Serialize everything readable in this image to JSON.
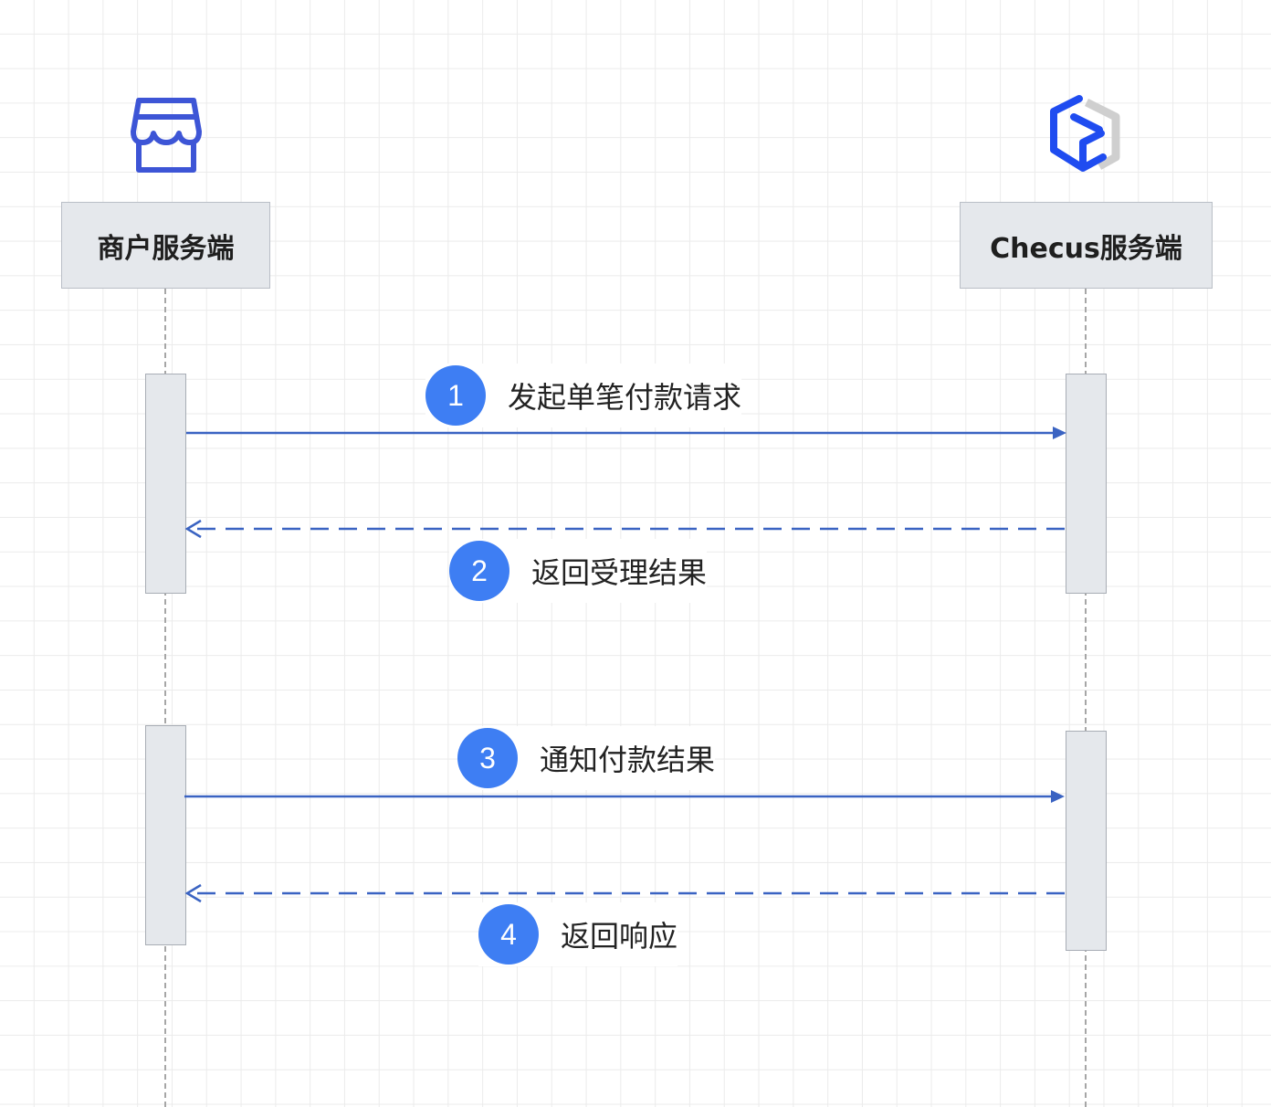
{
  "participants": {
    "merchant": {
      "name": "商户服务端",
      "icon": "store-icon"
    },
    "checus": {
      "name": "Checus服务端",
      "icon": "checus-logo-icon"
    }
  },
  "messages": [
    {
      "step": "1",
      "text": "发起单笔付款请求",
      "from": "merchant",
      "to": "checus",
      "style": "solid"
    },
    {
      "step": "2",
      "text": "返回受理结果",
      "from": "checus",
      "to": "merchant",
      "style": "dashed"
    },
    {
      "step": "3",
      "text": "通知付款结果",
      "from": "merchant",
      "to": "checus",
      "style": "solid"
    },
    {
      "step": "4",
      "text": "返回响应",
      "from": "checus",
      "to": "merchant",
      "style": "dashed"
    }
  ],
  "colors": {
    "arrow": "#3a63c2",
    "badge": "#3e7ef3",
    "icon": "#3d55d6",
    "participant_fill": "#e5e8ec",
    "lifeline": "#a6a6a6"
  }
}
